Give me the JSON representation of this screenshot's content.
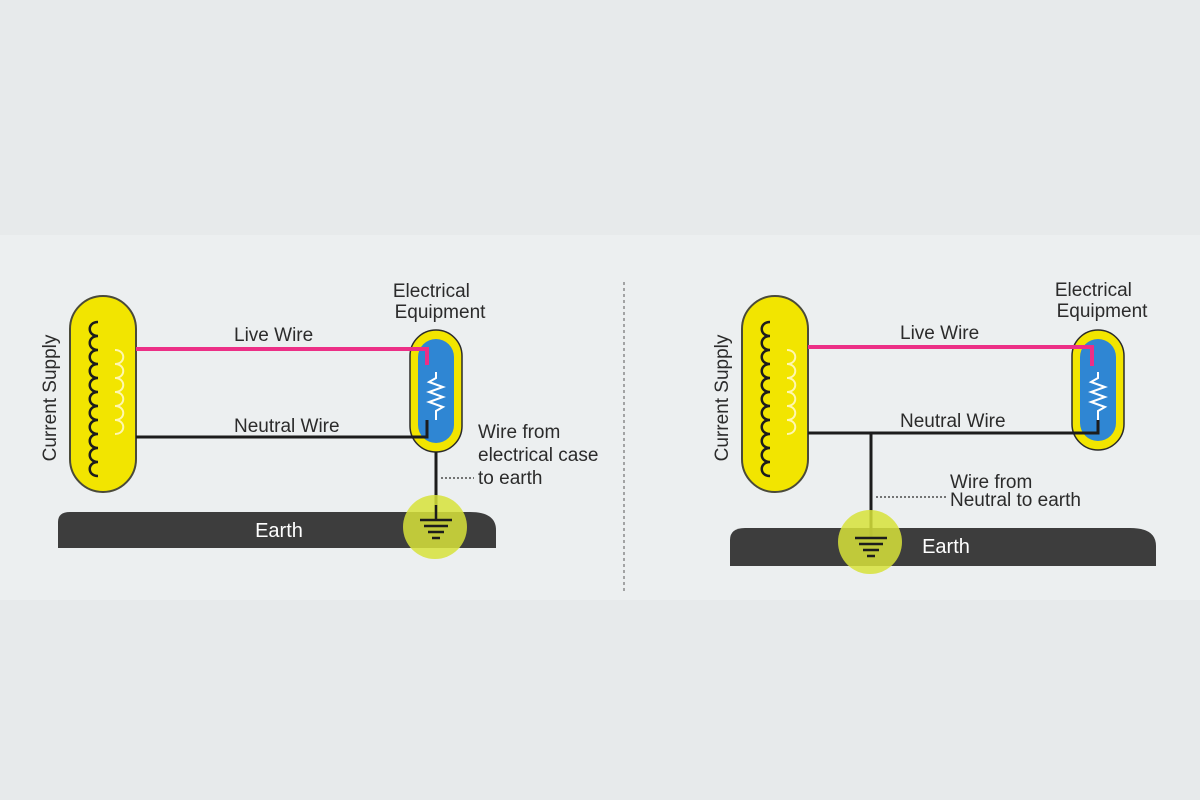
{
  "colors": {
    "page_background": "#e7eaeb",
    "panel_background": "#eceff0",
    "supply_fill": "#f2e500",
    "supply_stroke": "#4a4a3a",
    "coil": "#1c1c1c",
    "secondary_coil": "#fff7b0",
    "live_wire": "#ec2f86",
    "neutral_wire": "#1c1c1c",
    "equipment_outer": "#f2e500",
    "equipment_inner": "#2f86d3",
    "resistor": "#ffffff",
    "earth_bar": "#3d3d3d",
    "earth_highlight": "#d7e23a",
    "divider": "#8a8a8a"
  },
  "left": {
    "supply_label": "Current Supply",
    "equipment_label_line1": "Electrical",
    "equipment_label_line2": "Equipment",
    "live_label": "Live Wire",
    "neutral_label": "Neutral Wire",
    "ground_wire_label_line1": "Wire from",
    "ground_wire_label_line2": "electrical case",
    "ground_wire_label_line3": "to earth",
    "earth_label": "Earth",
    "icons": [
      "transformer-coil-icon",
      "resistor-icon",
      "ground-symbol-icon"
    ]
  },
  "right": {
    "supply_label": "Current Supply",
    "equipment_label_line1": "Electrical",
    "equipment_label_line2": "Equipment",
    "live_label": "Live Wire",
    "neutral_label": "Neutral Wire",
    "ground_wire_label_line1": "Wire from",
    "ground_wire_label_line2": "Neutral to earth",
    "earth_label": "Earth",
    "icons": [
      "transformer-coil-icon",
      "resistor-icon",
      "ground-symbol-icon"
    ]
  }
}
